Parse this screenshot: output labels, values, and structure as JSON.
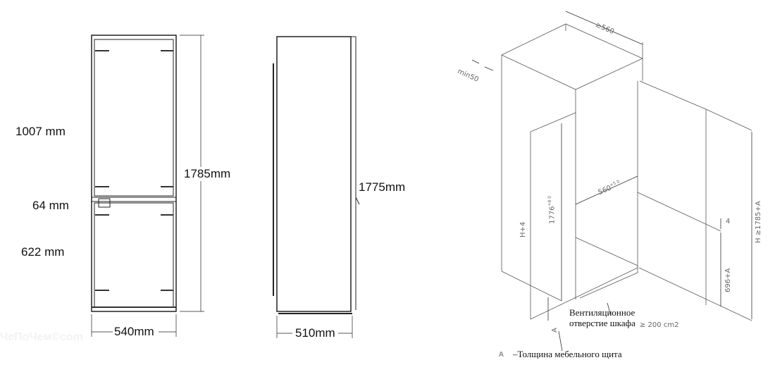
{
  "front_view": {
    "label_fridge": "1007 mm",
    "label_middle": "64 mm",
    "label_freezer": "622 mm",
    "height": "1785mm",
    "width": "540mm"
  },
  "side_view": {
    "height": "1775mm",
    "depth": "510mm"
  },
  "install_view": {
    "depth_min": "≥560",
    "gap_min": "min50",
    "niche_width": "560",
    "niche_width_tol": "+5 0",
    "niche_height": "1776",
    "niche_height_tol": "+8 0",
    "panel_height": "H+4",
    "door_height": "H ≥1785+A",
    "gap_4": "4",
    "lower_height": "696+A",
    "a_mark": "A",
    "vent_label_1": "Вентиляционное",
    "vent_label_2": "отверстие шкафа",
    "vent_area": "≥ 200 cm2",
    "legend_key": "A",
    "legend_text": "–Толщина мебельного щита"
  },
  "watermark": "ЧеПоЧем©com"
}
